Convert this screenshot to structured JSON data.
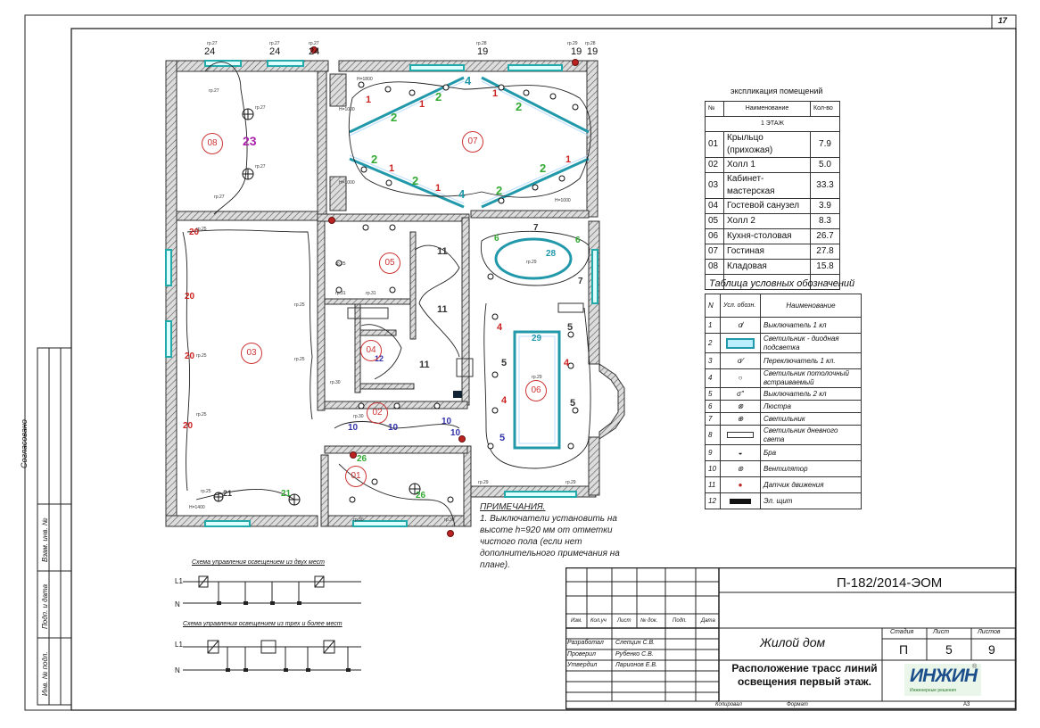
{
  "sheet": {
    "sheet_number": "17",
    "format": "A3",
    "copied_label": "Копировал",
    "format_label": "Формат"
  },
  "left_stamps": {
    "agreed": "Согласовано",
    "replaced_inv": "Взам. инв. №",
    "signature_date": "Подп. и дата",
    "inv_original": "Инв. № подл."
  },
  "explication": {
    "title": "экспликация помещений",
    "headers": [
      "№",
      "Наименование",
      "Кол-во"
    ],
    "floor": "1 ЭТАЖ",
    "rooms": [
      {
        "num": "01",
        "name": "Крыльцо (прихожая)",
        "area": "7.9"
      },
      {
        "num": "02",
        "name": "Холл 1",
        "area": "5.0"
      },
      {
        "num": "03",
        "name": "Кабинет-мастерская",
        "area": "33.3"
      },
      {
        "num": "04",
        "name": "Гостевой санузел",
        "area": "3.9"
      },
      {
        "num": "05",
        "name": "Холл 2",
        "area": "8.3"
      },
      {
        "num": "06",
        "name": "Кухня-столовая",
        "area": "26.7"
      },
      {
        "num": "07",
        "name": "Гостиная",
        "area": "27.8"
      },
      {
        "num": "08",
        "name": "Кладовая",
        "area": "15.8"
      }
    ]
  },
  "legend": {
    "title": "Таблица условных обозначений",
    "headers": [
      "N",
      "Усл. обозн.",
      "Наименование"
    ],
    "items": [
      {
        "n": "1",
        "name": "Выключатель 1 кл",
        "icon": "switch-1-icon"
      },
      {
        "n": "2",
        "name": "Светильник - диодная подсветка",
        "icon": "led-strip-icon"
      },
      {
        "n": "3",
        "name": "Переключатель 1 кл.",
        "icon": "pass-switch-icon"
      },
      {
        "n": "4",
        "name": "Светильник потолочный встраиваемый",
        "icon": "ceiling-light-icon"
      },
      {
        "n": "5",
        "name": "Выключатель 2 кл",
        "icon": "switch-2-icon"
      },
      {
        "n": "6",
        "name": "Люстра",
        "icon": "chandelier-icon"
      },
      {
        "n": "7",
        "name": "Светильник",
        "icon": "luminaire-icon"
      },
      {
        "n": "8",
        "name": "Светильник дневного света",
        "icon": "fluorescent-icon"
      },
      {
        "n": "9",
        "name": "Бра",
        "icon": "sconce-icon"
      },
      {
        "n": "10",
        "name": "Вентилятор",
        "icon": "fan-icon"
      },
      {
        "n": "11",
        "name": "Датчик движения",
        "icon": "motion-sensor-icon"
      },
      {
        "n": "12",
        "name": "Эл. щит",
        "icon": "panel-icon"
      }
    ]
  },
  "notes": {
    "title": "ПРИМЕЧАНИЯ.",
    "text1": "1. Выключатели установить на",
    "text2": "высоте h=920 мм от отметки",
    "text3": "чистого пола (если нет",
    "text4": "дополнительного примечания на",
    "text5": "плане)."
  },
  "schemes": {
    "two_places": "Схема управления освещением из двух мест",
    "three_places": "Схема управления освещением из трех и более мест",
    "L1": "L1",
    "N": "N"
  },
  "title_block": {
    "code": "П-182/2014-ЭОМ",
    "project": "Жилой дом",
    "drawing": "Расположение трасс линий освещения первый этаж.",
    "stage_label": "Стадия",
    "sheet_label": "Лист",
    "sheets_label": "Листов",
    "stage": "П",
    "sheet": "5",
    "sheets": "9",
    "col_headers": [
      "Изм.",
      "Кол.уч",
      "Лист",
      "№ док.",
      "Подп.",
      "Дата"
    ],
    "roles": [
      {
        "role": "Разработал",
        "name": "Слепцин С.В."
      },
      {
        "role": "Проверил",
        "name": "Рубенко С.В."
      },
      {
        "role": "Утвердил",
        "name": "Ларионов Е.В."
      }
    ],
    "logo_text": "ИНЖИН",
    "logo_sub": "Инженерные решения",
    "logo_mark": "®"
  },
  "plan": {
    "room_tags": [
      "01",
      "02",
      "03",
      "04",
      "05",
      "06",
      "07",
      "08"
    ],
    "big_number": "23",
    "top_groups": [
      "24",
      "24",
      "24",
      "19",
      "19",
      "19"
    ]
  }
}
